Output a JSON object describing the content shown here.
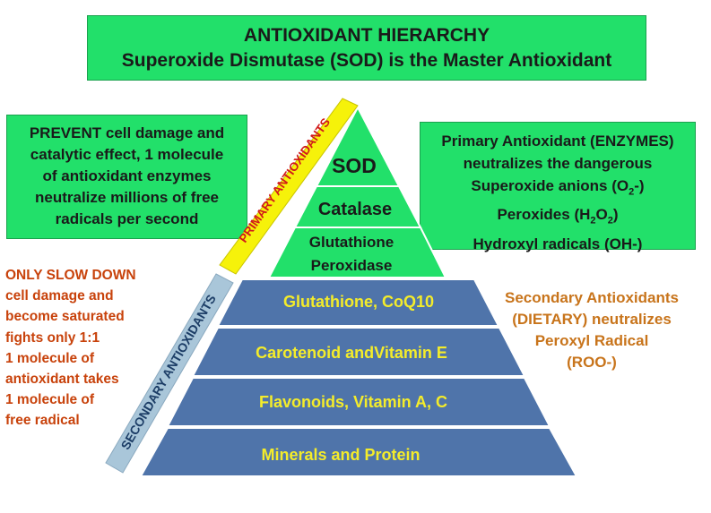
{
  "header": {
    "title": "ANTIOXIDANT HIERARCHY",
    "subtitle": "Superoxide Dismutase (SOD) is the Master Antioxidant"
  },
  "left_box": {
    "lines": [
      "PREVENT cell damage and",
      "catalytic effect, 1 molecule",
      "of antioxidant enzymes",
      "neutralize millions of free",
      "radicals per second"
    ]
  },
  "right_box": {
    "line1": "Primary Antioxidant (ENZYMES)",
    "line2": "neutralizes  the dangerous",
    "line3_pre": "Superoxide anions (O",
    "line3_sub": "2",
    "line3_post": "-)",
    "line4_pre": "Peroxides (H",
    "line4_sub1": "2",
    "line4_mid": "O",
    "line4_sub2": "2",
    "line4_post": ")",
    "line5": "Hydroxyl radicals (OH-)"
  },
  "left_text": {
    "lines": [
      "ONLY SLOW DOWN",
      "cell damage and",
      "become saturated",
      "fights only 1:1",
      "1 molecule of",
      "antioxidant takes",
      "1 molecule of",
      "free radical"
    ]
  },
  "right_text": {
    "lines": [
      "Secondary Antioxidants",
      "(DIETARY) neutralizes",
      "Peroxyl Radical",
      "(ROO-)"
    ]
  },
  "primary_label": "PRIMARY ANTIOXIDANTS",
  "secondary_label": "SECONDARY ANTIOXIDANTS",
  "pyramid": {
    "primary_layers": [
      {
        "lines": [
          "SOD"
        ]
      },
      {
        "lines": [
          "Catalase"
        ]
      },
      {
        "lines": [
          "Glutathione",
          "Peroxidase"
        ]
      }
    ],
    "secondary_layers": [
      {
        "label": "Glutathione, CoQ10"
      },
      {
        "label": "Carotenoid andVitamin E"
      },
      {
        "label": "Flavonoids, Vitamin A, C"
      },
      {
        "label": "Minerals and Protein"
      }
    ]
  },
  "colors": {
    "green": "#22e06a",
    "blue": "#4f74aa",
    "yellow_text": "#f4ec2a",
    "primary_band": "#f6f20a",
    "secondary_band": "#a9c6d9",
    "orange_text": "#c8741b"
  }
}
